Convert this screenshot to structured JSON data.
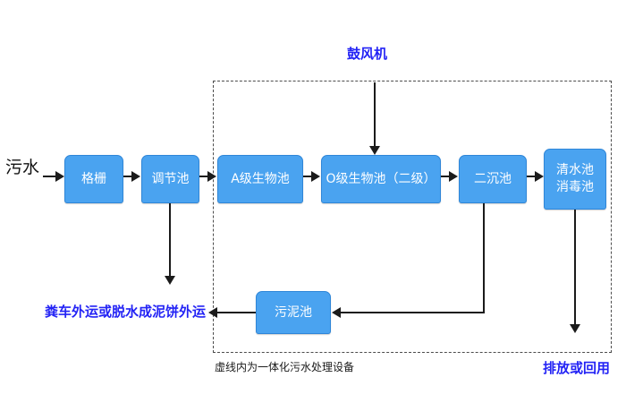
{
  "diagram": {
    "title_note": "鼓风机",
    "caption": "虚线内为一体化污水处理设备",
    "colors": {
      "box_fill": "#4aa3f0",
      "box_border": "#2f86d8",
      "box_text": "#ffffff",
      "annotation_text": "#2323f5",
      "connector": "#1b1b1b",
      "enclosure_border": "#4c4c4c",
      "background": "#ffffff"
    },
    "inlet_label": "污水",
    "blower_label": "鼓风机",
    "process_boxes": [
      {
        "id": "grille",
        "label": "格栅"
      },
      {
        "id": "regulating",
        "label": "调节池"
      },
      {
        "id": "a-stage",
        "label": "A级生物池"
      },
      {
        "id": "o-stage",
        "label": "O级生物池（二级）"
      },
      {
        "id": "secondary",
        "label": "二沉池"
      },
      {
        "id": "clearwater_l1",
        "label": "清水池"
      },
      {
        "id": "clearwater_l2",
        "label": "消毒池"
      },
      {
        "id": "sludge",
        "label": "污泥池"
      }
    ],
    "outputs": {
      "sludge_disposal": "粪车外运或脱水成泥饼外运",
      "effluent": "排放或回用"
    }
  }
}
